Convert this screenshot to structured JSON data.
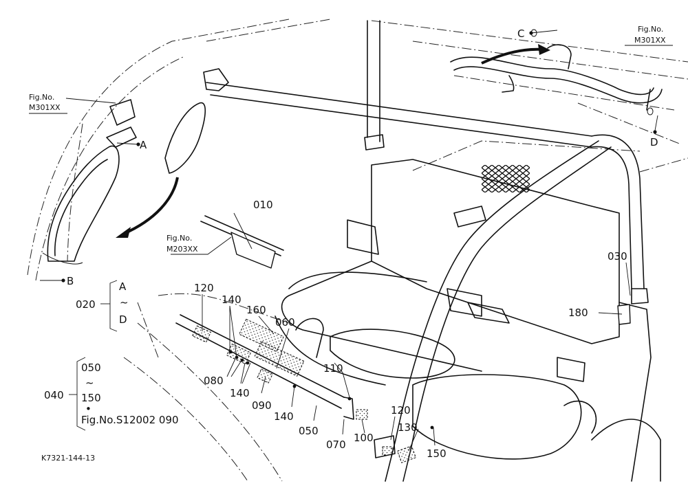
{
  "refs": {
    "fig_m301_left_title": "Fig.No.",
    "fig_m301_left_code": "M301XX",
    "fig_m301_right_title": "Fig.No.",
    "fig_m301_right_code": "M301XX",
    "fig_m203_title": "Fig.No.",
    "fig_m203_code": "M203XX"
  },
  "points": {
    "a": "A",
    "b": "B",
    "c": "C",
    "d": "D"
  },
  "parts": {
    "p010": "010",
    "p020": "020",
    "p030": "030",
    "p040": "040",
    "p050a": "050",
    "p050b": "050",
    "p060": "060",
    "p070": "070",
    "p080": "080",
    "p090": "090",
    "p100": "100",
    "p110": "110",
    "p120a": "120",
    "p120b": "120",
    "p130": "130",
    "p140a": "140",
    "p140b": "140",
    "p140c": "140",
    "p150a": "150",
    "p150b": "150",
    "p160": "160",
    "p180": "180"
  },
  "group020": {
    "from": "A",
    "tilde": "~",
    "to": "D"
  },
  "group040": {
    "tilde": "~",
    "dot": "•",
    "ref": "Fig.No.S12002 090"
  },
  "drawing_id": "K7321-144-13"
}
